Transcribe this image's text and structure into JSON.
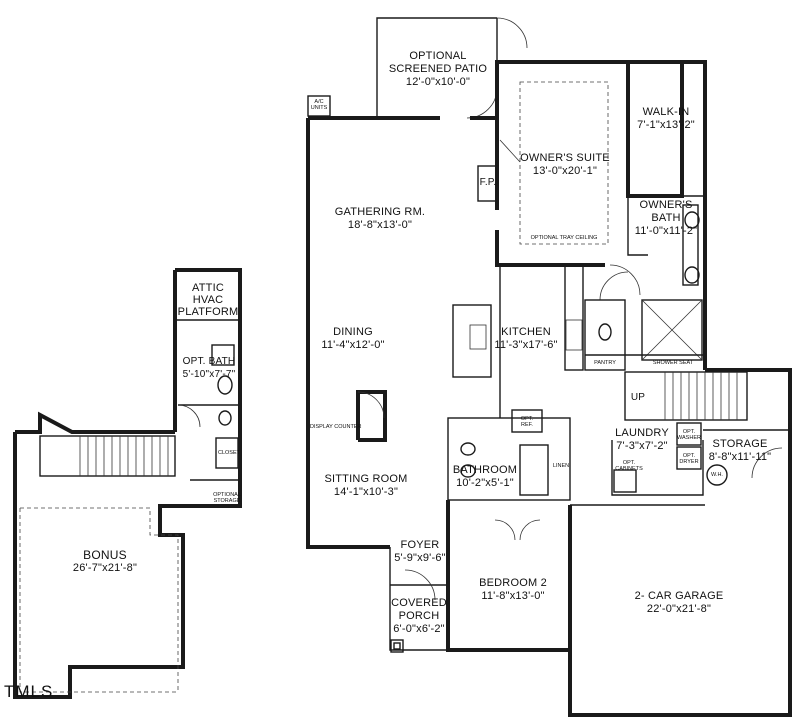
{
  "logo": "TMLS",
  "rooms": {
    "patio": {
      "name": "OPTIONAL\nSCREENED PATIO",
      "dim": "12'-0\"x10'-0\""
    },
    "owners_suite": {
      "name": "OWNER'S SUITE",
      "dim": "13'-0\"x20'-1\""
    },
    "walkin": {
      "name": "WALK-IN",
      "dim": "7'-1\"x13'-2\""
    },
    "gathering": {
      "name": "GATHERING RM.",
      "dim": "18'-8\"x13'-0\""
    },
    "owners_bath": {
      "name": "OWNER'S\nBATH",
      "dim": "11'-0\"x11'-2\""
    },
    "dining": {
      "name": "DINING",
      "dim": "11'-4\"x12'-0\""
    },
    "kitchen": {
      "name": "KITCHEN",
      "dim": "11'-3\"x17'-6\""
    },
    "laundry": {
      "name": "LAUNDRY",
      "dim": "7'-3\"x7'-2\""
    },
    "storage": {
      "name": "STORAGE",
      "dim": "8'-8\"x11'-11\""
    },
    "bathroom": {
      "name": "BATHROOM",
      "dim": "10'-2\"x5'-1\""
    },
    "sitting": {
      "name": "SITTING ROOM",
      "dim": "14'-1\"x10'-3\""
    },
    "foyer": {
      "name": "FOYER",
      "dim": "5'-9\"x9'-6\""
    },
    "bedroom2": {
      "name": "BEDROOM 2",
      "dim": "11'-8\"x13'-0\""
    },
    "garage": {
      "name": "2- CAR GARAGE",
      "dim": "22'-0\"x21'-8\""
    },
    "porch": {
      "name": "COVERED\nPORCH",
      "dim": "6'-0\"x6'-2\""
    },
    "attic": {
      "name": "ATTIC\nHVAC\nPLATFORM",
      "dim": ""
    },
    "opt_bath": {
      "name": "OPT. BATH",
      "dim": "5'-10\"x7'-7\""
    },
    "bonus": {
      "name": "BONUS",
      "dim": "26'-7\"x21'-8\""
    }
  },
  "small_labels": {
    "fp": "F.P.",
    "ac": "A/C\nUNITS",
    "tray": "OPTIONAL TRAY CEILING",
    "display_counter": "DISPLAY COUNTER",
    "pantry": "PANTRY",
    "shower_seat": "SHOWER SEAT",
    "up": "UP",
    "opt_ref": "OPT.\nREF.",
    "linen": "LINEN",
    "opt_washer": "OPT.\nWASHER",
    "opt_dryer": "OPT.\nDRYER",
    "opt_cabinets": "OPT.\nCABINETS",
    "wh": "W.H.",
    "closet": "CLOSET",
    "optional_storage": "OPTIONAL\nSTORAGE"
  }
}
